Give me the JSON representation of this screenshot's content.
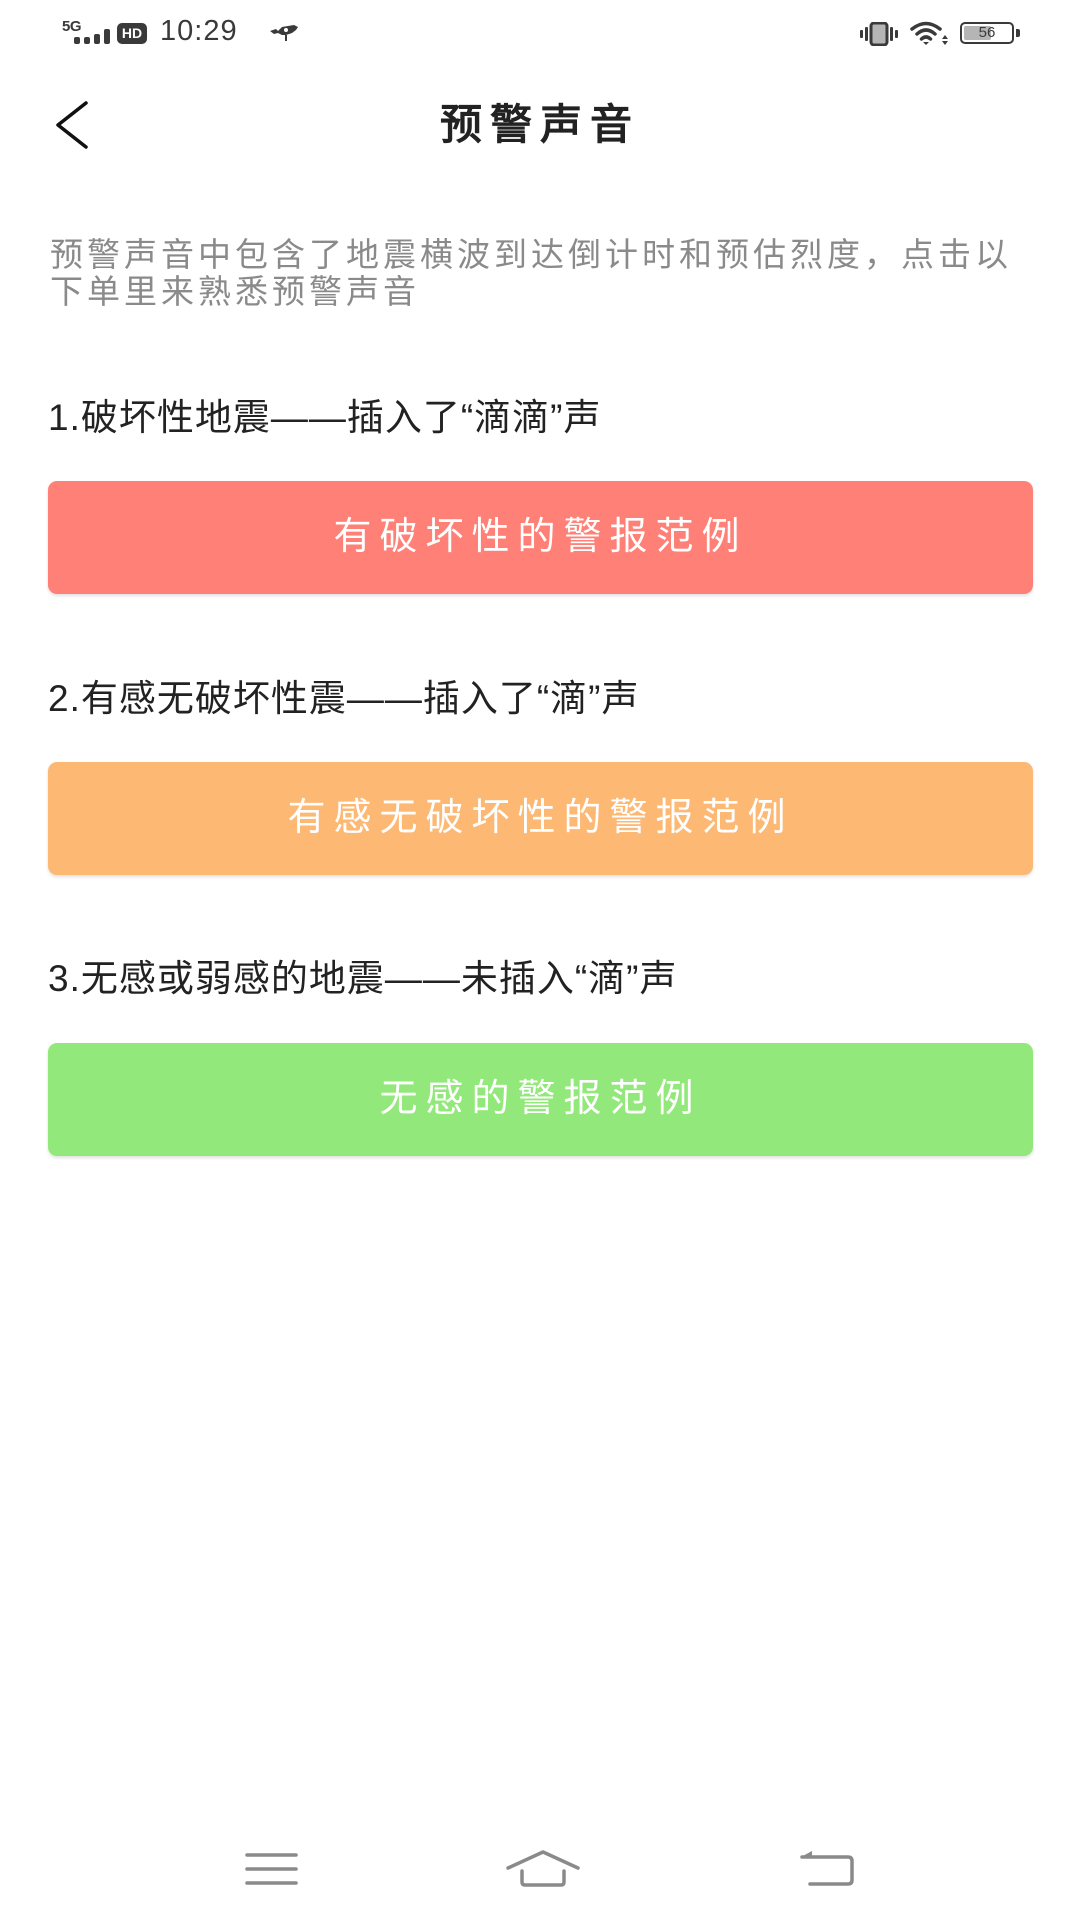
{
  "status_bar": {
    "network": "5G",
    "hd_badge": "HD",
    "time": "10:29",
    "battery_level": "56",
    "icons": [
      "signal-icon",
      "hd-icon",
      "bird-icon",
      "vibrate-icon",
      "wifi-icon",
      "battery-icon"
    ]
  },
  "header": {
    "back_icon": "chevron-left-icon",
    "title": "预警声音"
  },
  "description": "预警声音中包含了地震横波到达倒计时和预估烈度，点击以下单里来熟悉预警声音",
  "sections": [
    {
      "label": "1.破坏性地震——插入了“滴滴”声",
      "button_label": "有破坏性的警报范例",
      "button_color": "#FF8077"
    },
    {
      "label": "2.有感无破坏性震——插入了“滴”声",
      "button_label": "有感无破坏性的警报范例",
      "button_color": "#FDB974"
    },
    {
      "label": "3.无感或弱感的地震——未插入“滴”声",
      "button_label": "无感的警报范例",
      "button_color": "#93E87B"
    }
  ],
  "nav_bar": {
    "icons": [
      "menu-icon",
      "home-icon",
      "back-icon"
    ]
  },
  "colors": {
    "title_text": "#222222",
    "description_text": "#8A8A8A",
    "nav_icon": "#8A8A8A",
    "background": "#FFFFFF"
  }
}
